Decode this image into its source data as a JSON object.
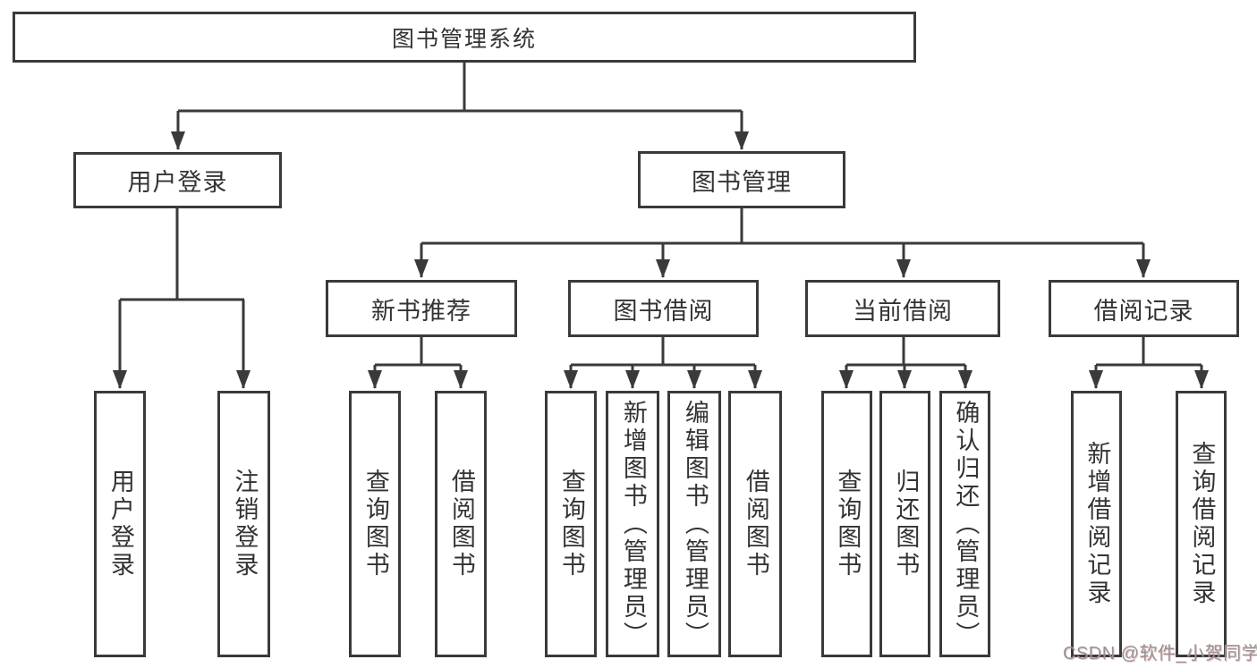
{
  "diagram_title": "图书管理系统",
  "tree": {
    "label": "图书管理系统",
    "children": [
      {
        "label": "用户登录",
        "children": [
          {
            "label": "用户登录"
          },
          {
            "label": "注销登录"
          }
        ]
      },
      {
        "label": "图书管理",
        "children": [
          {
            "label": "新书推荐",
            "children": [
              {
                "label": "查询图书"
              },
              {
                "label": "借阅图书"
              }
            ]
          },
          {
            "label": "图书借阅",
            "children": [
              {
                "label": "查询图书"
              },
              {
                "label": "新增图书（管理员）"
              },
              {
                "label": "编辑图书（管理员）"
              },
              {
                "label": "借阅图书"
              }
            ]
          },
          {
            "label": "当前借阅",
            "children": [
              {
                "label": "查询图书"
              },
              {
                "label": "归还图书"
              },
              {
                "label": "确认归还（管理员）"
              }
            ]
          },
          {
            "label": "借阅记录",
            "children": [
              {
                "label": "新增借阅记录"
              },
              {
                "label": "查询借阅记录"
              }
            ]
          }
        ]
      }
    ]
  },
  "watermark": {
    "text": "CSDN @软件_小贺同学"
  },
  "colors": {
    "line": "#3a3a3a",
    "box_border": "#3a3a3a",
    "text": "#333333",
    "background": "#ffffff",
    "watermark": "#959595"
  }
}
